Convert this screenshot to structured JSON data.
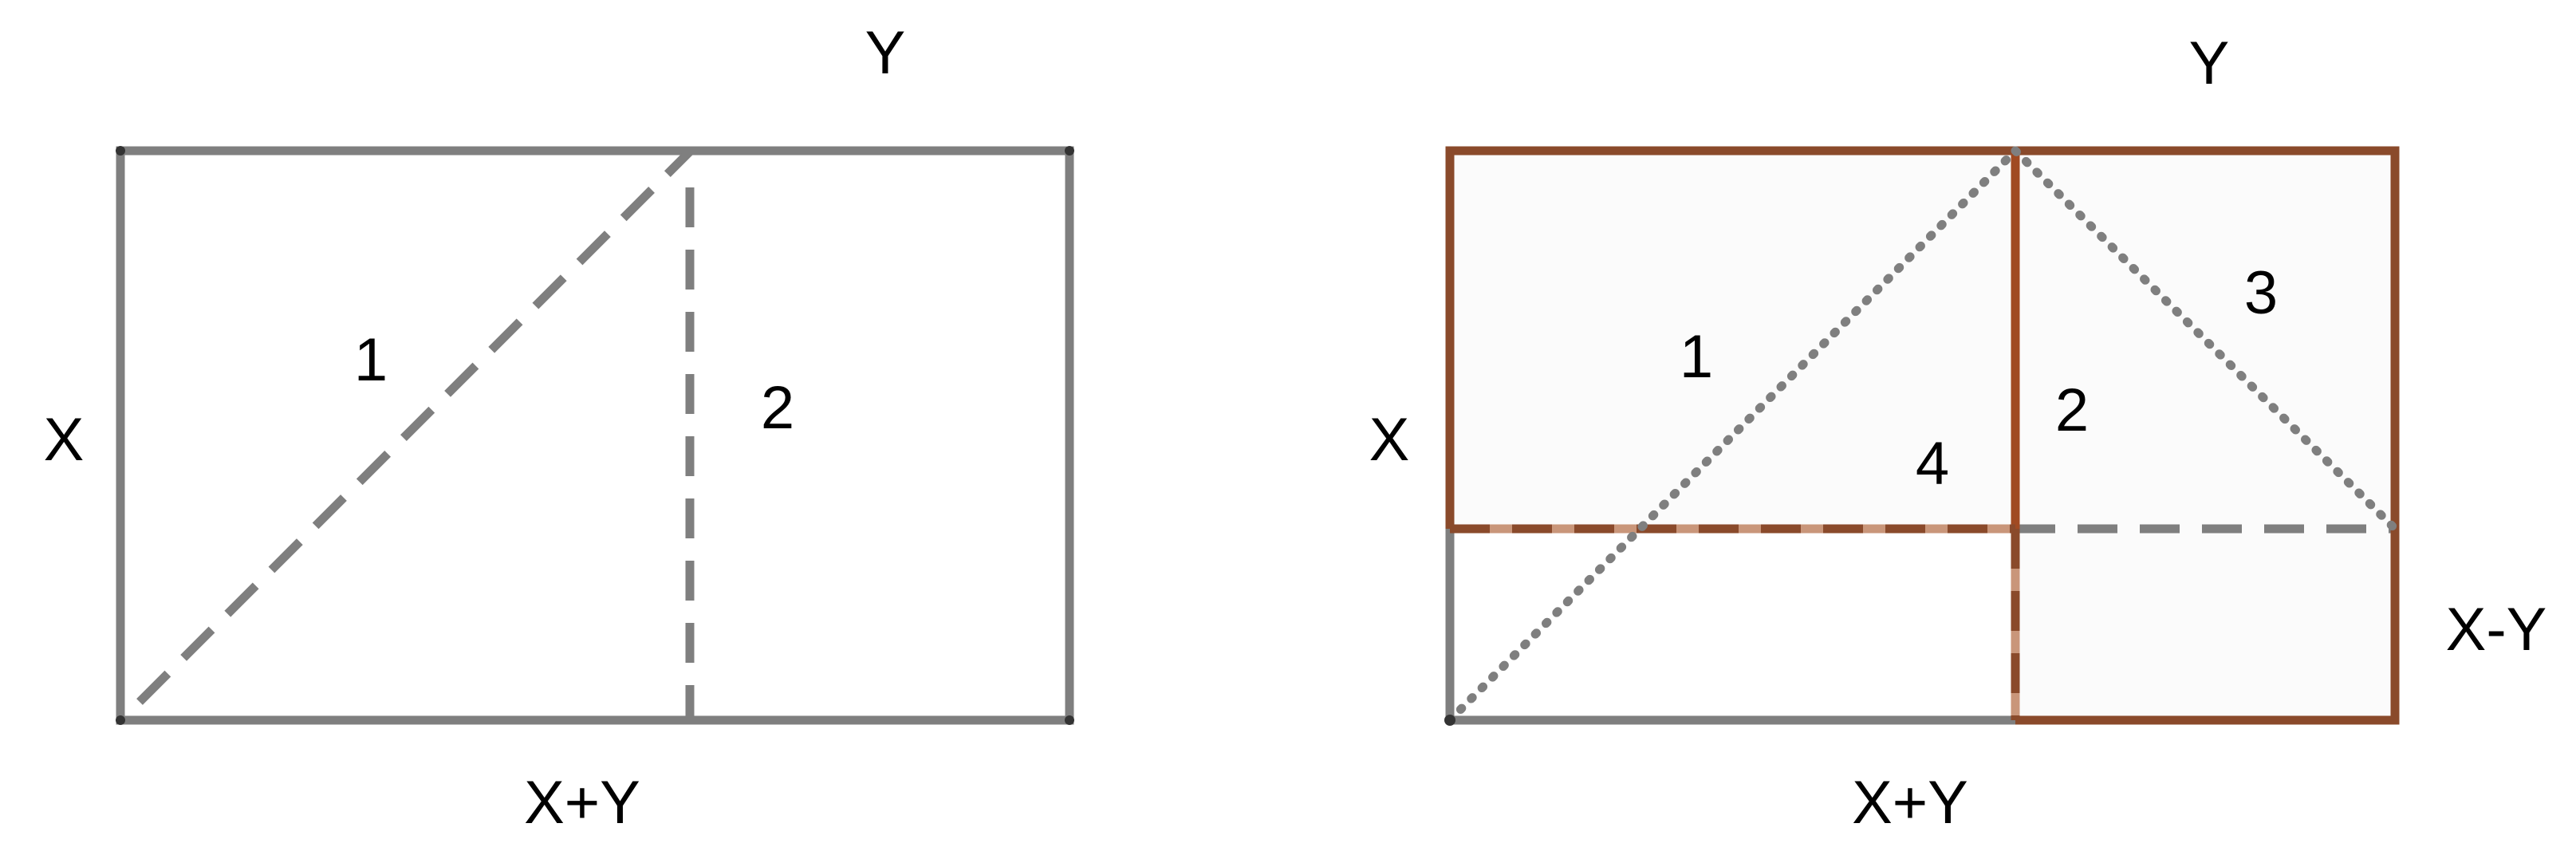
{
  "colors": {
    "gray": "#7f7f7f",
    "brown": "#8a4a2b",
    "light_brown": "#c9967a",
    "fill": "#fbfbfb"
  },
  "left_figure": {
    "label_top": "Y",
    "label_left": "X",
    "label_bottom": "X+Y",
    "region_1": "1",
    "region_2": "2"
  },
  "right_figure": {
    "label_top": "Y",
    "label_left": "X",
    "label_right": "X-Y",
    "label_bottom": "X+Y",
    "region_1": "1",
    "region_2": "2",
    "region_3": "3",
    "region_4": "4"
  }
}
